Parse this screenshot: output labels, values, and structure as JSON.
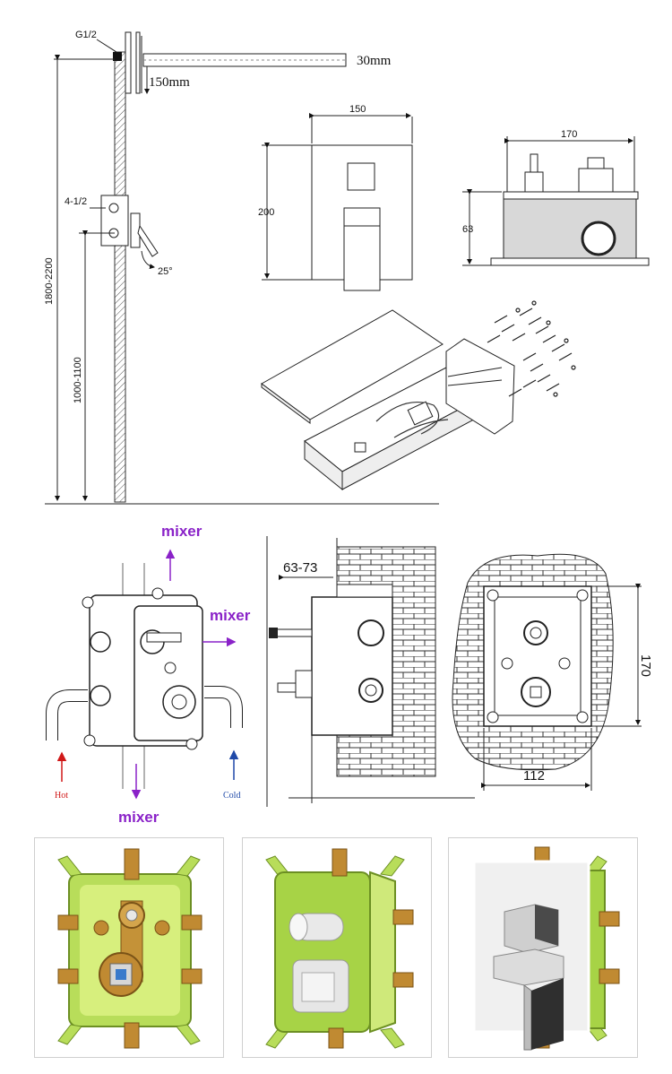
{
  "wall_section": {
    "labels": {
      "inlet": "G1/2",
      "arm_offset": "150mm",
      "head_thickness": "30mm",
      "valve_thread": "4-1/2",
      "angle": "25°",
      "total_height": "1800-2200",
      "valve_height": "1000-1100"
    }
  },
  "front_view": {
    "labels": {
      "width": "150",
      "height": "200"
    }
  },
  "box_view": {
    "labels": {
      "width": "170",
      "depth": "63"
    }
  },
  "mixer_diagram": {
    "labels": {
      "top": "mixer",
      "right": "mixer",
      "bottom": "mixer",
      "hot": "Hot",
      "cold": "Cold"
    },
    "colors": {
      "mixer": "#8a22c8",
      "hot": "#d01818",
      "cold": "#1f49a8"
    }
  },
  "install_side": {
    "labels": {
      "depth_range": "63-73"
    }
  },
  "install_front": {
    "labels": {
      "height": "170",
      "width": "112"
    }
  },
  "photos": {
    "items": [
      {
        "name": "green-box-valve-core"
      },
      {
        "name": "green-box-with-caps"
      },
      {
        "name": "chrome-faceplate-installed"
      }
    ]
  }
}
